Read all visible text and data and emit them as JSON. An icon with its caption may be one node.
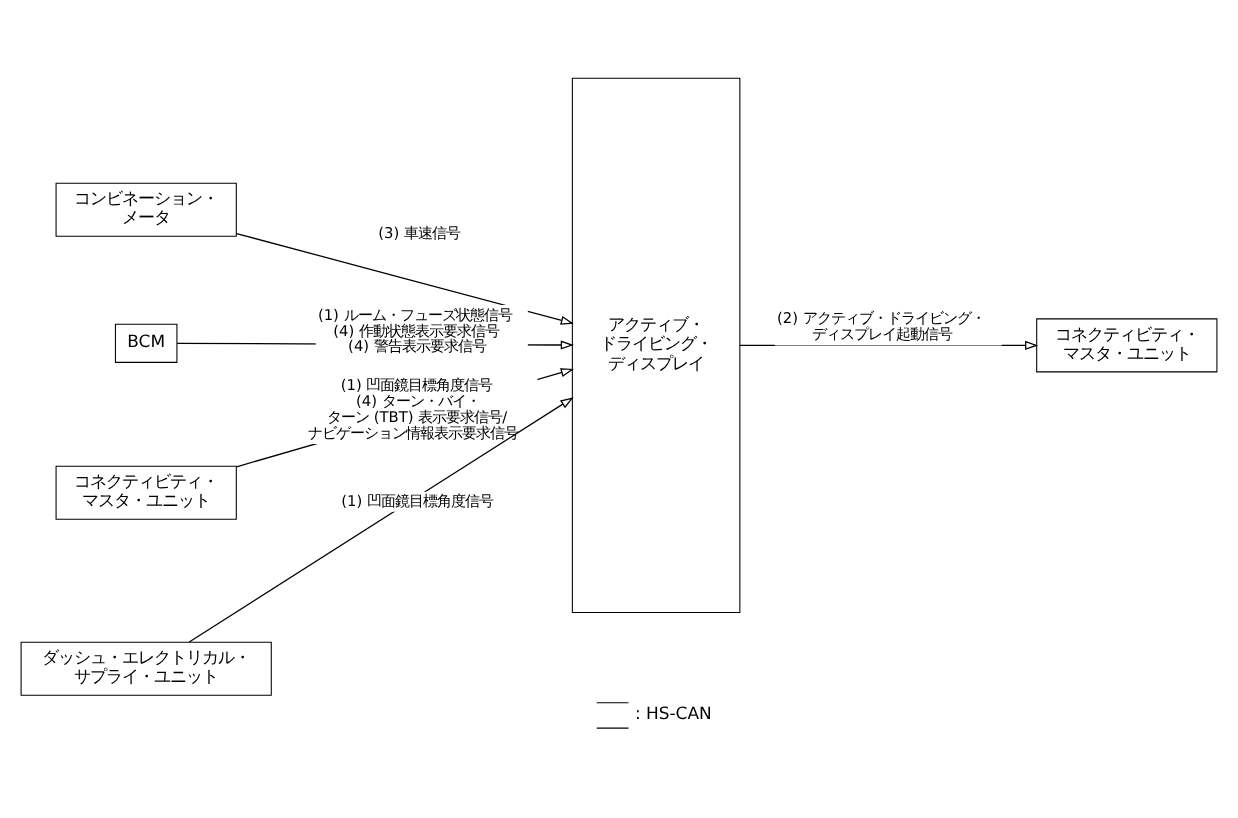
{
  "diagram": {
    "nodes": [
      {
        "text": [
          "コンビネーション・メータ"
        ]
      },
      {
        "text": [
          "BCM"
        ]
      },
      {
        "text": [
          "コネクティビティ・マスタ・ユニット"
        ]
      },
      {
        "text": [
          "ダッシュ・エレクトリカル・サプライ・ユニット"
        ]
      },
      {
        "text": [
          "アクティブ・ドライビング・ディスプレイ"
        ]
      },
      {
        "text": [
          "コネクティビティ・マスタ・ユニット"
        ]
      }
    ],
    "edges": [
      {
        "from": 0,
        "to": 4,
        "arrow": "to",
        "label": "(3) 車速信号"
      },
      {
        "from": 1,
        "to": 4,
        "arrow": "to",
        "label": "(1) ルーム・フューズ状態信号 (4) 作動状態表示要求信号 (4) 警告表示要求信号"
      },
      {
        "from": 2,
        "to": 4,
        "arrow": "to",
        "label": "(1) 凹面鏡目標角度信号 (4) ターン・バイ・ターン (TBT) 表示要求信号/ナビゲーション情報表示要求信号"
      },
      {
        "from": 3,
        "to": 4,
        "arrow": "to",
        "label": "(1) 凹面鏡目標角度信号"
      },
      {
        "from": 4,
        "to": 5,
        "arrow": "to",
        "label": "(2) アクティブ・ドライビング・ディスプレイ起動信号"
      }
    ],
    "legend": [
      {
        "text": ": HS-CAN"
      }
    ]
  }
}
